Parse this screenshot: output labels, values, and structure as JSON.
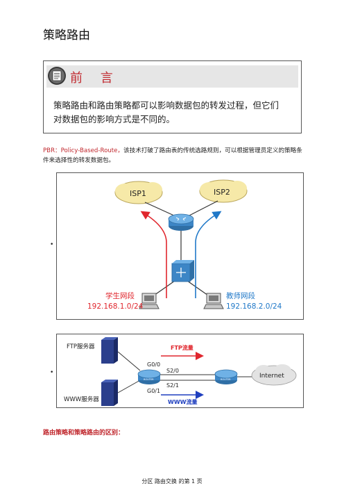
{
  "title": "策略路由",
  "preface": {
    "heading": "前 言",
    "icon": "notepad-icon",
    "line1": "策略路由和路由策略都可以影响数据包的转发过程，但它们",
    "line2": "对数据包的影响方式是不同的。"
  },
  "pbr": {
    "prefix": "PBR：Policy-Based-Route，",
    "text": "该技术打破了路由表的传统选路规则，可以根据管理员定义的策略条件来选择性的转发数据包。"
  },
  "diagram1": {
    "bullet": "•",
    "isp1": "ISP1",
    "isp2": "ISP2",
    "student_label": "学生网段",
    "student_ip": "192.168.1.0/24",
    "teacher_label": "教师网段",
    "teacher_ip": "192.168.2.0/24",
    "colors": {
      "student": "#e0262d",
      "teacher": "#1f78c8",
      "cloud": "#f6e9a8"
    }
  },
  "diagram2": {
    "bullet": "•",
    "ftp_server": "FTP服务器",
    "www_server": "WWW服务器",
    "ftp_traffic": "FTP流量",
    "www_traffic": "WWW流量",
    "g00": "G0/0",
    "g01": "G0/1",
    "s20": "S2/0",
    "s21": "S2/1",
    "internet": "Internet",
    "router_label": "ROUTER"
  },
  "section_heading": "路由策略和策略路由的区别：",
  "footer": "分区 路由交换 的第 1 页"
}
